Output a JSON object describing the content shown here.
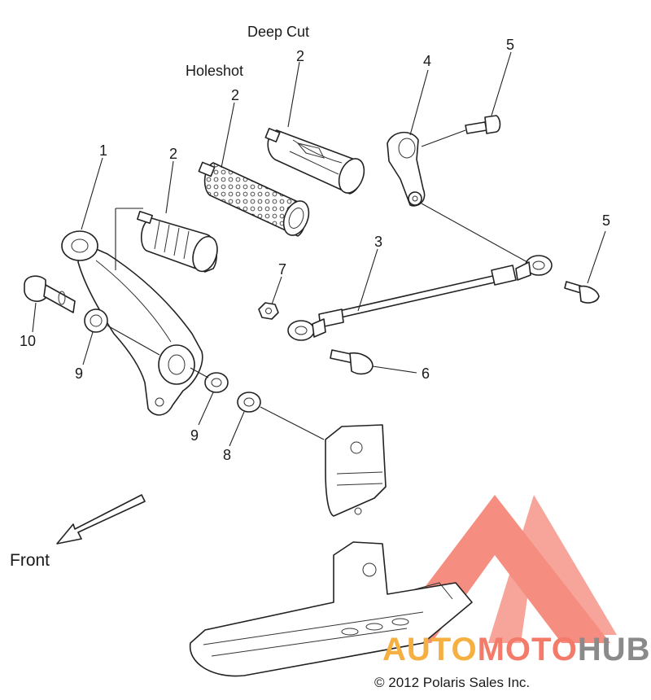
{
  "diagram": {
    "variants": {
      "deep_cut": "Deep Cut",
      "holeshot": "Holeshot"
    },
    "callouts": {
      "c2_deepcut": "2",
      "c2_holeshot": "2",
      "c2_standard": "2",
      "c1": "1",
      "c3": "3",
      "c4": "4",
      "c5_top": "5",
      "c5_right": "5",
      "c6": "6",
      "c7": "7",
      "c8": "8",
      "c9_left": "9",
      "c9_mid": "9",
      "c10": "10"
    },
    "direction_label": "Front",
    "copyright": "© 2012 Polaris Sales Inc."
  },
  "watermark": {
    "part1": "AUTO",
    "part2": "MOTO",
    "part3": "HUB",
    "colors": {
      "orange": "#f5b041",
      "red": "#f47a6a",
      "gray": "#8a8a8a"
    }
  }
}
